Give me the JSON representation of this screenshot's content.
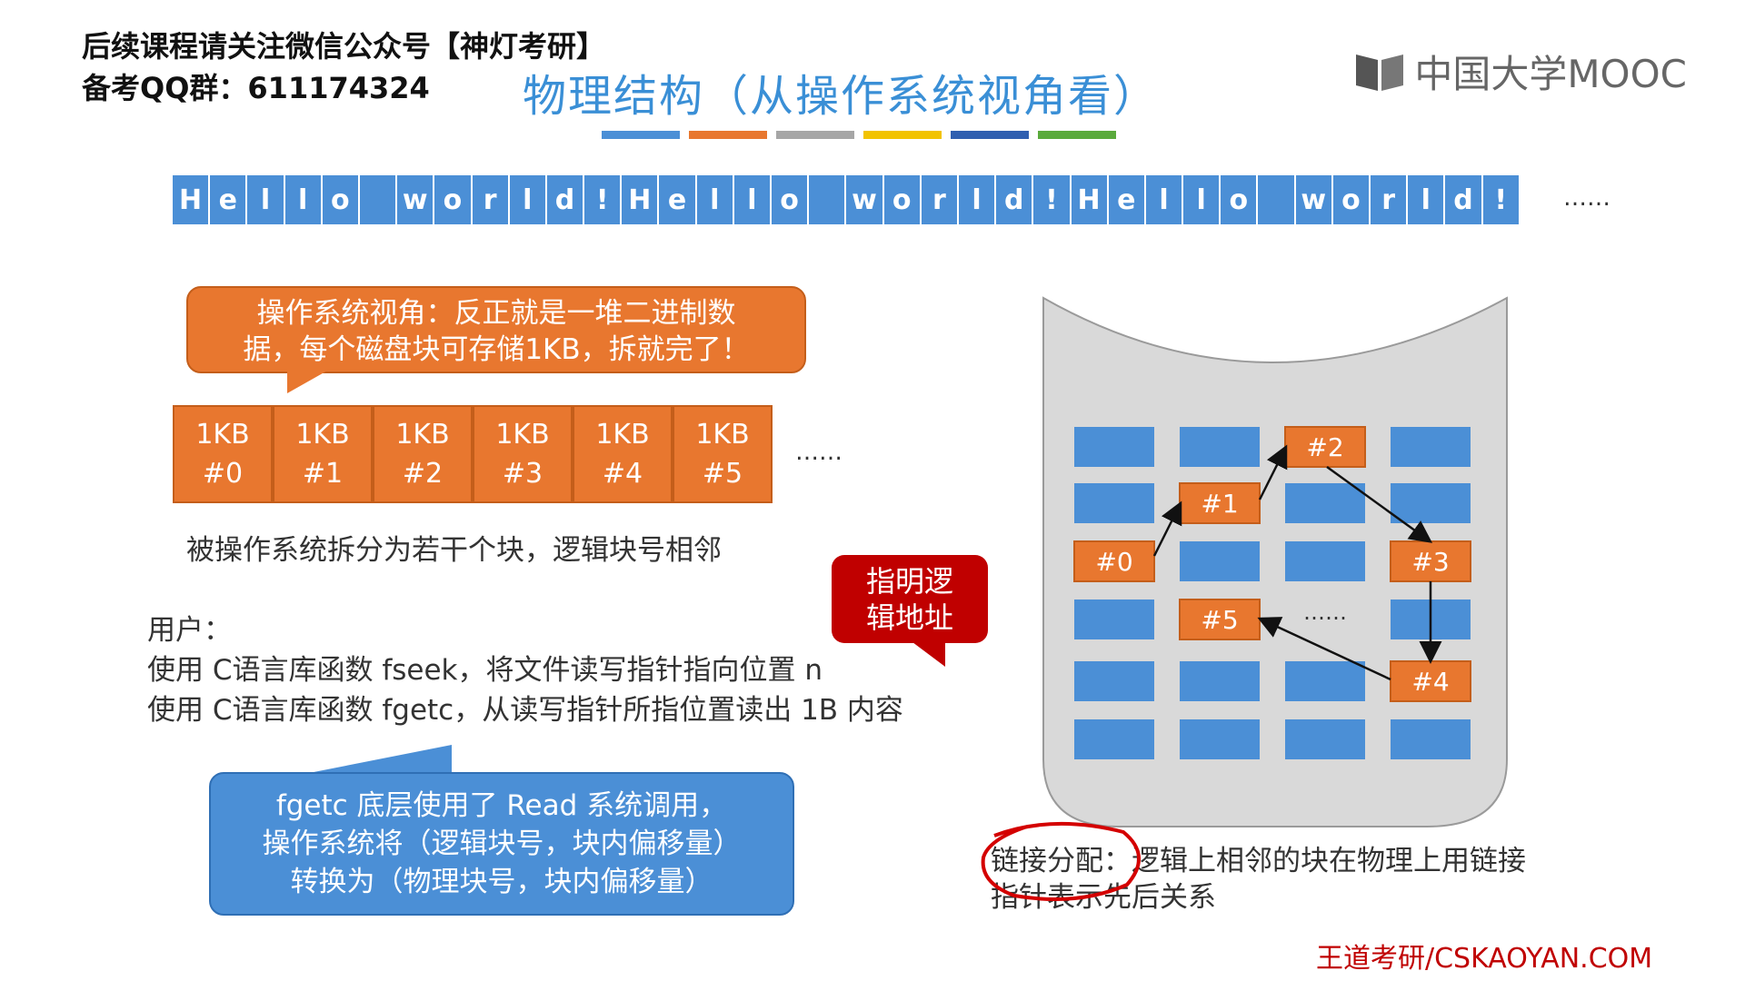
{
  "header": {
    "note_line1": "后续课程请关注微信公众号【神灯考研】",
    "note_line2": "备考QQ群：611174324",
    "title": "物理结构（从操作系统视角看）",
    "logo_text": "中国大学MOOC",
    "bar_colors": [
      "#4b8fd6",
      "#e8772f",
      "#a6a6a6",
      "#f2c300",
      "#2f5fb0",
      "#5aaa3c"
    ]
  },
  "strip": {
    "chars": [
      "H",
      "e",
      "l",
      "l",
      "o",
      " ",
      "w",
      "o",
      "r",
      "l",
      "d",
      "!",
      "H",
      "e",
      "l",
      "l",
      "o",
      " ",
      "w",
      "o",
      "r",
      "l",
      "d",
      "!",
      "H",
      "e",
      "l",
      "l",
      "o",
      " ",
      "w",
      "o",
      "r",
      "l",
      "d",
      "!"
    ],
    "ellipsis": "……"
  },
  "os_callout": {
    "line1": "操作系统视角：反正就是一堆二进制数",
    "line2": "据，每个磁盘块可存储1KB，拆就完了！"
  },
  "logical_blocks": [
    {
      "size": "1KB",
      "num": "#0"
    },
    {
      "size": "1KB",
      "num": "#1"
    },
    {
      "size": "1KB",
      "num": "#2"
    },
    {
      "size": "1KB",
      "num": "#3"
    },
    {
      "size": "1KB",
      "num": "#4"
    },
    {
      "size": "1KB",
      "num": "#5"
    }
  ],
  "blocks_ellipsis": "……",
  "split_caption": "被操作系统拆分为若干个块，逻辑块号相邻",
  "user": {
    "label": "用户：",
    "line1": "使用 C语言库函数 fseek，将文件读写指针指向位置 n",
    "line2": "使用 C语言库函数 fgetc，从读写指针所指位置读出 1B 内容"
  },
  "red_callout": {
    "line1": "指明逻",
    "line2": "辑地址"
  },
  "blue_callout": {
    "line1": "fgetc 底层使用了 Read 系统调用，",
    "line2": "操作系统将（逻辑块号，块内偏移量）",
    "line3": "转换为（物理块号，块内偏移量）"
  },
  "disk": {
    "labels": {
      "b0": "#0",
      "b1": "#1",
      "b2": "#2",
      "b3": "#3",
      "b4": "#4",
      "b5": "#5"
    },
    "ellipsis": "……"
  },
  "linked": {
    "term": "链接分配",
    "sep": "：",
    "desc1": "逻辑上相邻的块在物理上用链接",
    "desc2": "指针表示先后关系"
  },
  "footer": "王道考研/CSKAOYAN.COM"
}
